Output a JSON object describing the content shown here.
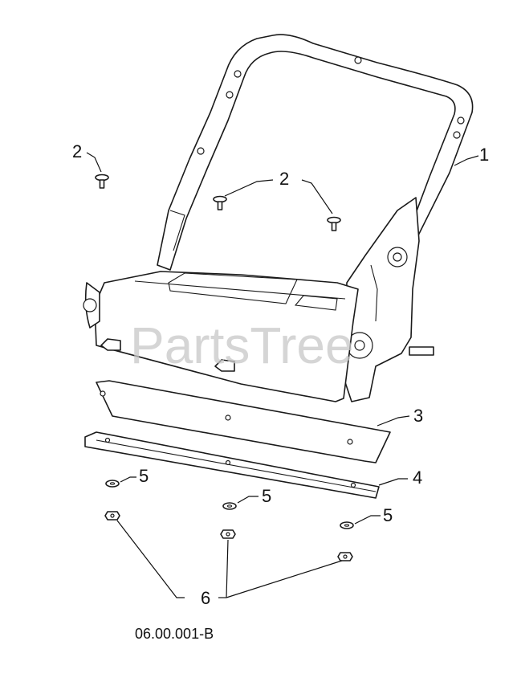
{
  "watermark": "PartsTree",
  "reference_code": "06.00.001-B",
  "callouts": {
    "c1": "1",
    "c2a": "2",
    "c2b": "2",
    "c3": "3",
    "c4": "4",
    "c5a": "5",
    "c5b": "5",
    "c5c": "5",
    "c6": "6"
  }
}
